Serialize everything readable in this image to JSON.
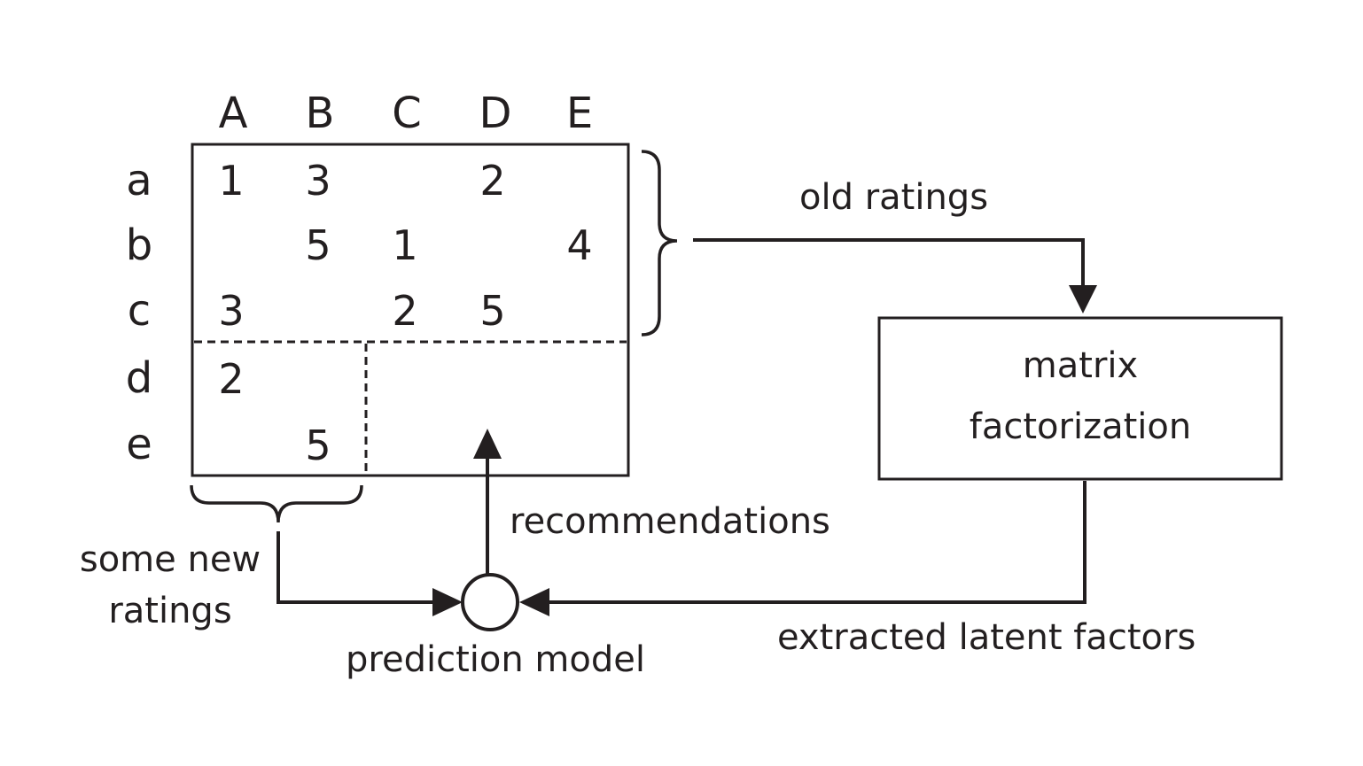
{
  "matrix": {
    "columns": [
      "A",
      "B",
      "C",
      "D",
      "E"
    ],
    "rows": [
      "a",
      "b",
      "c",
      "d",
      "e"
    ],
    "cells": {
      "a": [
        "1",
        "3",
        "",
        "2",
        ""
      ],
      "b": [
        "",
        "5",
        "1",
        "",
        "4"
      ],
      "c": [
        "3",
        "",
        "2",
        "5",
        ""
      ],
      "d": [
        "2",
        "",
        "",
        "",
        ""
      ],
      "e": [
        "",
        "5",
        "",
        "",
        ""
      ]
    }
  },
  "labels": {
    "old_ratings": "old ratings",
    "matrix_factorization_line1": "matrix",
    "matrix_factorization_line2": "factorization",
    "recommendations": "recommendations",
    "some_new_ratings_line1": "some new",
    "some_new_ratings_line2": "ratings",
    "prediction_model": "prediction model",
    "extracted_latent_factors": "extracted latent factors"
  }
}
